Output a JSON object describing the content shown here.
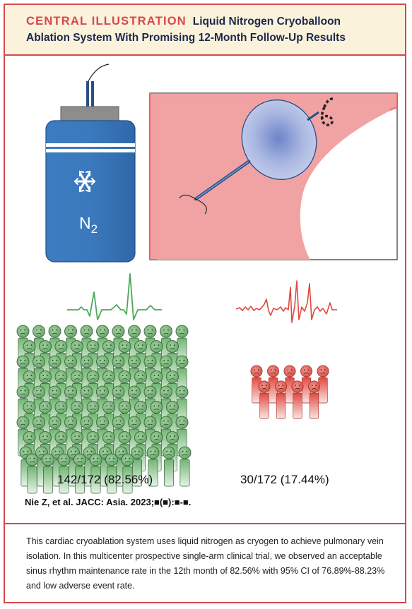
{
  "header": {
    "kicker": "CENTRAL ILLUSTRATION",
    "title_part1": "Liquid Nitrogen Cryoballoon",
    "title_part2": "Ablation System With Promising 12-Month Follow-Up Results"
  },
  "tank": {
    "label_main": "N",
    "label_sub": "2"
  },
  "groups": {
    "success": {
      "stat": "142/172 (82.56%)",
      "count": 142,
      "color": "#64a66a"
    },
    "failure": {
      "stat": "30/172 (17.44%)",
      "count": 30,
      "color": "#d8483f"
    }
  },
  "citation": "Nie Z, et al. JACC: Asia. 2023;■(■):■-■.",
  "summary": "This cardiac cryoablation system uses liquid nitrogen as cryogen to achieve pulmonary vein isolation. In this multicenter prospective single-arm clinical trial, we observed an acceptable sinus rhythm maintenance rate in the 12th month of 82.56% with 95% CI of 76.89%-88.23% and low adverse event rate."
}
